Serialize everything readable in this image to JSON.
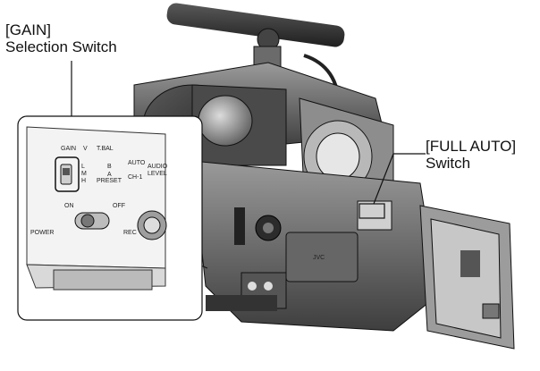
{
  "labels": {
    "gain_line1": "[GAIN]",
    "gain_line2": "Selection Switch",
    "full_auto_line1": "[FULL AUTO]",
    "full_auto_line2": "Switch"
  },
  "inset": {
    "gain": "GAIN",
    "v": "V",
    "tbal": "T.BAL",
    "l": "L",
    "m": "M",
    "h": "H",
    "b": "B",
    "preset": "PRESET",
    "a": "A",
    "auto": "AUTO",
    "ch1": "CH-1",
    "audio": "AUDIO",
    "level": "LEVEL",
    "on": "ON",
    "off": "OFF",
    "power": "POWER",
    "rec": "REC"
  },
  "camera": {
    "brand": "JVC"
  },
  "colors": {
    "ink": "#1a1a1a",
    "body_dark": "#3c3c3c",
    "body_mid": "#7a7a7a",
    "body_light": "#bdbdbd"
  }
}
